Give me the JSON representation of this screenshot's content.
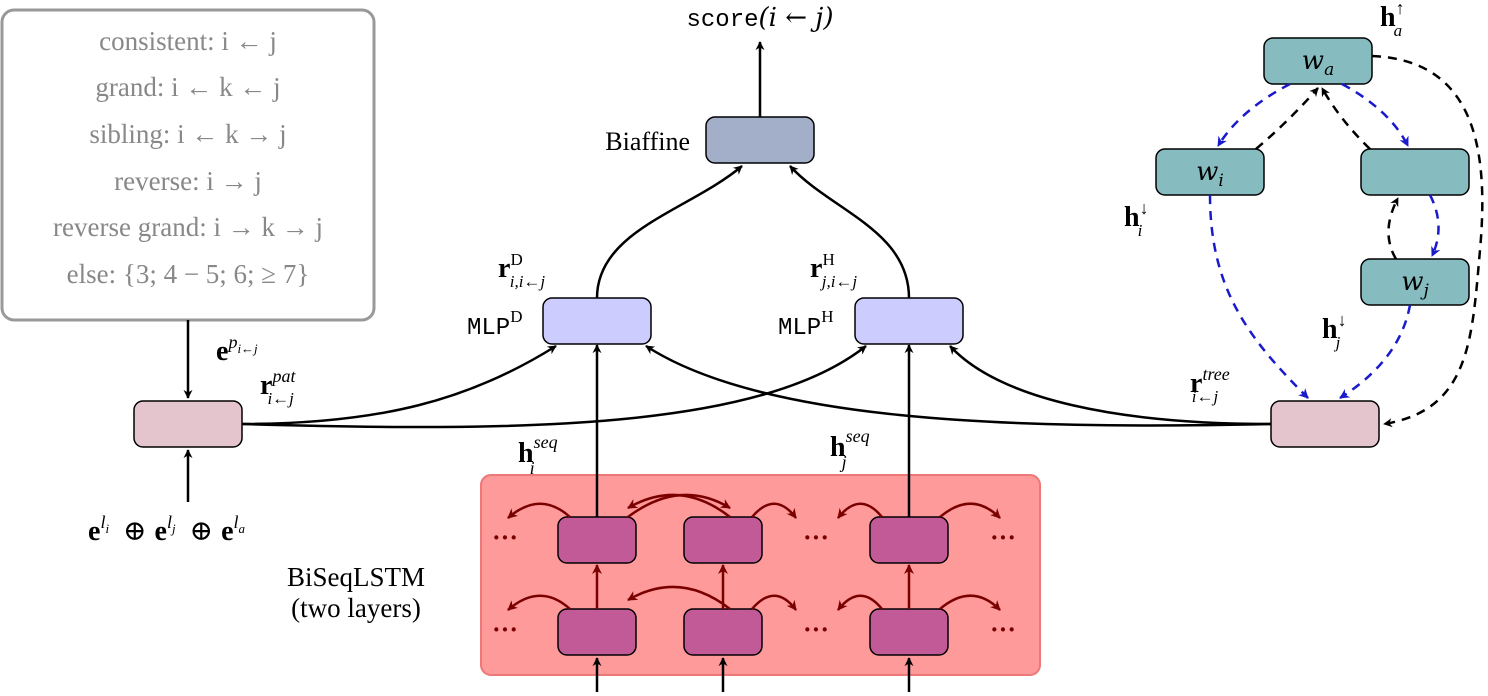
{
  "legend": {
    "lines": [
      "consistent: i ← j",
      "grand: i ← k ← j",
      "sibling: i ← k → j",
      "reverse: i → j",
      "reverse grand: i → k → j",
      "else: {3; 4 − 5; 6; ≥ 7}"
    ]
  },
  "output": {
    "score_fn": "score",
    "score_arg": "(i ← j)"
  },
  "biaffine": {
    "label": "Biaffine"
  },
  "mlp_d": {
    "name": "MLP",
    "sup": "D",
    "r_base": "r",
    "r_sup": "D",
    "r_sub": "i,i←j"
  },
  "mlp_h": {
    "name": "MLP",
    "sup": "H",
    "r_base": "r",
    "r_sup": "H",
    "r_sub": "j,i←j"
  },
  "pattern": {
    "e_base": "e",
    "e_sup": "p",
    "e_sup_sub": "i←j",
    "r_base": "r",
    "r_sup": "pat",
    "r_sub": "i←j",
    "input": {
      "e1": "e",
      "s1": "l",
      "ss1": "i",
      "op": "⊕",
      "e2": "e",
      "s2": "l",
      "ss2": "j",
      "e3": "e",
      "s3": "l",
      "ss3": "a"
    }
  },
  "seq": {
    "hi": {
      "base": "h",
      "sup": "seq",
      "sub": "i"
    },
    "hj": {
      "base": "h",
      "sup": "seq",
      "sub": "j"
    },
    "label_line1": "BiSeqLSTM",
    "label_line2": "(two layers)",
    "ellipsis": "···"
  },
  "tree": {
    "wa": {
      "base": "w",
      "sub": "a"
    },
    "wi": {
      "base": "w",
      "sub": "i"
    },
    "wj": {
      "base": "w",
      "sub": "j"
    },
    "ha": {
      "base": "h",
      "sup": "↑",
      "sub": "a"
    },
    "hi": {
      "base": "h",
      "sup": "↓",
      "sub": "i"
    },
    "hj": {
      "base": "h",
      "sup": "↓",
      "sub": "j"
    },
    "r": {
      "base": "r",
      "sup": "tree",
      "sub": "i←j"
    }
  },
  "colors": {
    "legend_border": "#999999",
    "legend_text": "#888888",
    "biaffine": "#a3afc8",
    "mlp": "#ccccff",
    "pattern_box": "#e4c4cd",
    "lstm_bg": "#ff9a9a",
    "lstm_cell": "#c35a98",
    "lstm_arrow": "#7a0000",
    "tree_node": "#86bcbf",
    "blue_dashed": "#1a1acc"
  }
}
